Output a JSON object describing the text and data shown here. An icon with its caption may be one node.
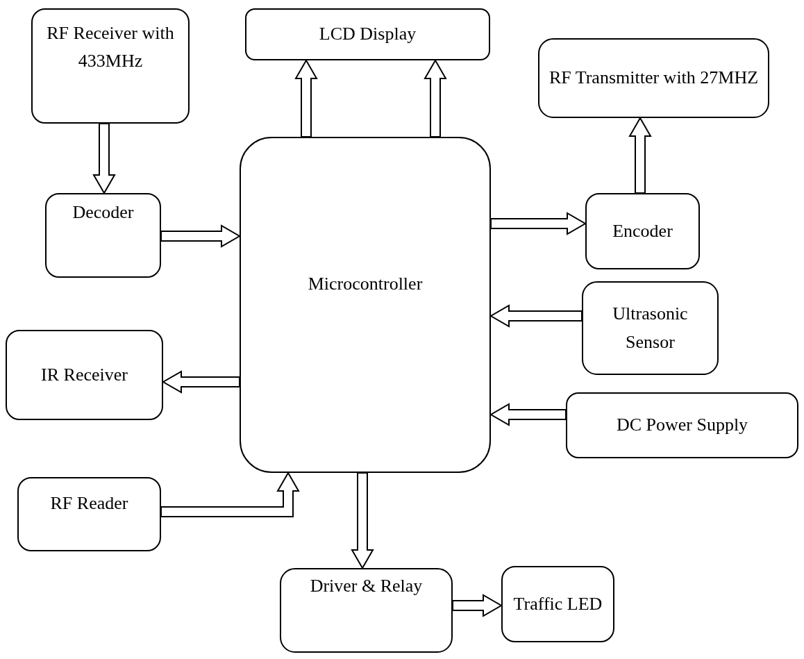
{
  "diagram": {
    "nodes": [
      {
        "text": [
          "RF Receiver with 433MHz"
        ]
      },
      {
        "text": [
          "LCD Display"
        ]
      },
      {
        "text": [
          "RF Transmitter with 27MHZ"
        ]
      },
      {
        "text": [
          "Decoder"
        ]
      },
      {
        "text": [
          "Microcontroller"
        ]
      },
      {
        "text": [
          "Encoder"
        ]
      },
      {
        "text": [
          "Ultrasonic Sensor"
        ]
      },
      {
        "text": [
          "IR Receiver"
        ]
      },
      {
        "text": [
          "DC Power Supply"
        ]
      },
      {
        "text": [
          "RF Reader"
        ]
      },
      {
        "text": [
          "Driver & Relay"
        ]
      },
      {
        "text": [
          "Traffic LED"
        ]
      }
    ],
    "edges": [
      {
        "from": 0,
        "to": 3,
        "arrow": "to"
      },
      {
        "from": 4,
        "to": 1,
        "arrow": "to"
      },
      {
        "from": 4,
        "to": 1,
        "arrow": "to"
      },
      {
        "from": 3,
        "to": 4,
        "arrow": "to"
      },
      {
        "from": 4,
        "to": 5,
        "arrow": "to"
      },
      {
        "from": 5,
        "to": 2,
        "arrow": "to"
      },
      {
        "from": 6,
        "to": 4,
        "arrow": "to"
      },
      {
        "from": 4,
        "to": 7,
        "arrow": "to"
      },
      {
        "from": 8,
        "to": 4,
        "arrow": "to"
      },
      {
        "from": 9,
        "to": 4,
        "arrow": "to"
      },
      {
        "from": 4,
        "to": 10,
        "arrow": "to"
      },
      {
        "from": 10,
        "to": 11,
        "arrow": "to"
      }
    ]
  }
}
